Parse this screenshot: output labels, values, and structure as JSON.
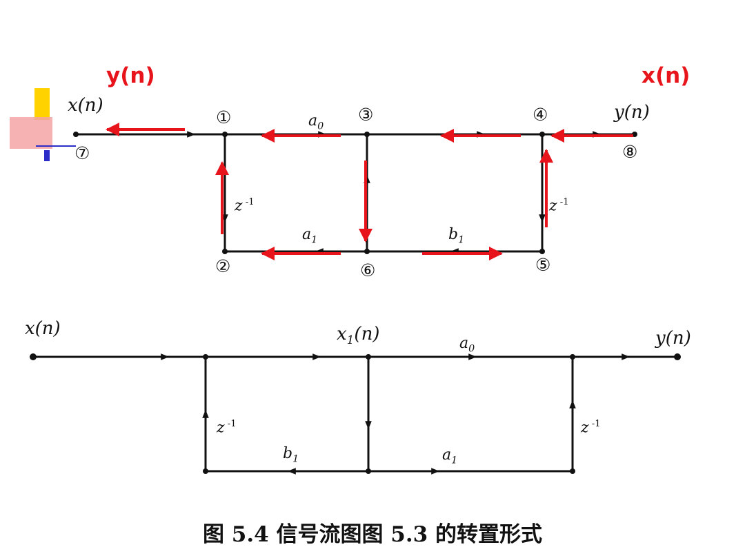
{
  "top_diagram": {
    "red_labels": {
      "left": "y(n)",
      "right": "x(n)"
    },
    "input_label": "x(n)",
    "output_label": "y(n)",
    "nodes": {
      "n1": "①",
      "n2": "②",
      "n3": "③",
      "n4": "④",
      "n5": "⑤",
      "n6": "⑥",
      "n7": "⑦",
      "n8": "⑧"
    },
    "gains": {
      "a0": "a0",
      "a1": "a1",
      "b1": "b1",
      "delay_left": "z⁻¹",
      "delay_right": "z⁻¹"
    },
    "colors": {
      "highlight_arrow": "#e8141b",
      "accent_yellow": "#ffd200",
      "accent_blue": "#2c2cc8"
    }
  },
  "bottom_diagram": {
    "input_label": "x(n)",
    "mid_label": "x1(n)",
    "output_label": "y(n)",
    "gains": {
      "a0": "a0",
      "a1": "a1",
      "b1": "b1",
      "delay_left": "z⁻¹",
      "delay_right": "z⁻¹"
    }
  },
  "caption": "图 5.4   信号流图图 5.3 的转置形式"
}
